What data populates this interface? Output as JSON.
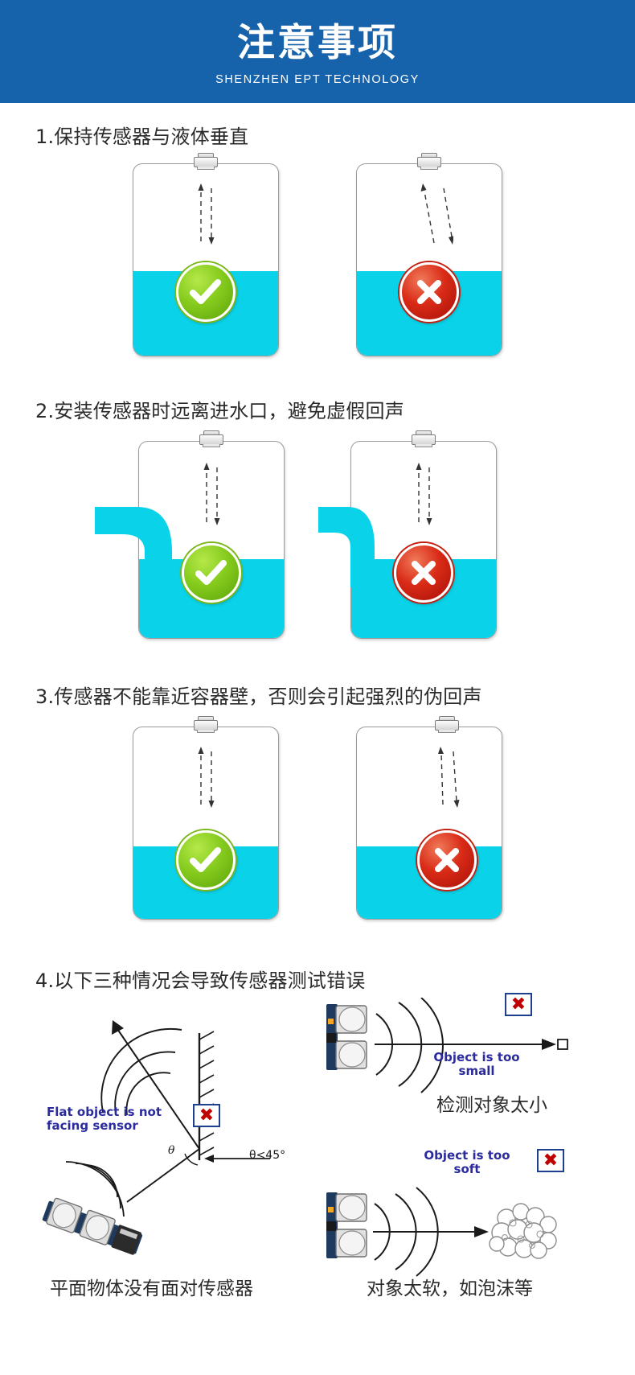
{
  "header": {
    "title": "注意事项",
    "subtitle": "SHENZHEN EPT TECHNOLOGY",
    "bg_color": "#1763ab",
    "text_color": "#ffffff"
  },
  "colors": {
    "liquid": "#0ad2e8",
    "tank_border": "#9b9b9b",
    "ok_badge": "#7ab81a",
    "no_badge": "#c42012",
    "label_blue": "#2b2b9e",
    "x_red": "#c00000"
  },
  "sections": [
    {
      "id": "section-1",
      "heading": "1.保持传感器与液体垂直",
      "figures": [
        {
          "id": "tank-correct",
          "badge": "check",
          "badge_name": "green-check-badge"
        },
        {
          "id": "tank-wrong",
          "badge": "cross",
          "badge_name": "red-cross-badge"
        }
      ]
    },
    {
      "id": "section-2",
      "heading": "2.安装传感器时远离进水口，避免虚假回声",
      "figures": [
        {
          "id": "tank-inlet-far",
          "badge": "check",
          "badge_name": "green-check-badge"
        },
        {
          "id": "tank-inlet-near",
          "badge": "cross",
          "badge_name": "red-cross-badge"
        }
      ]
    },
    {
      "id": "section-3",
      "heading": "3.传感器不能靠近容器壁，否则会引起强烈的伪回声",
      "figures": [
        {
          "id": "tank-center",
          "badge": "check",
          "badge_name": "green-check-badge"
        },
        {
          "id": "tank-near-wall",
          "badge": "cross",
          "badge_name": "red-cross-badge"
        }
      ]
    },
    {
      "id": "section-4",
      "heading": "4.以下三种情况会导致传感器测试错误",
      "cases": [
        {
          "id": "case-flat-object",
          "eng_line1": "Flat object is not",
          "eng_line2": "facing sensor",
          "angle_text": "θ<45°",
          "theta_symbol": "θ",
          "cn_caption": "平面物体没有面对传感器",
          "mark": "✖"
        },
        {
          "id": "case-too-small",
          "eng_line1": "Object is too",
          "eng_line2": "small",
          "cn_caption": "检测对象太小",
          "mark": "✖"
        },
        {
          "id": "case-too-soft",
          "eng_line1": "Object is too",
          "eng_line2": "soft",
          "cn_caption": "对象太软，如泡沫等",
          "mark": "✖"
        }
      ]
    }
  ]
}
